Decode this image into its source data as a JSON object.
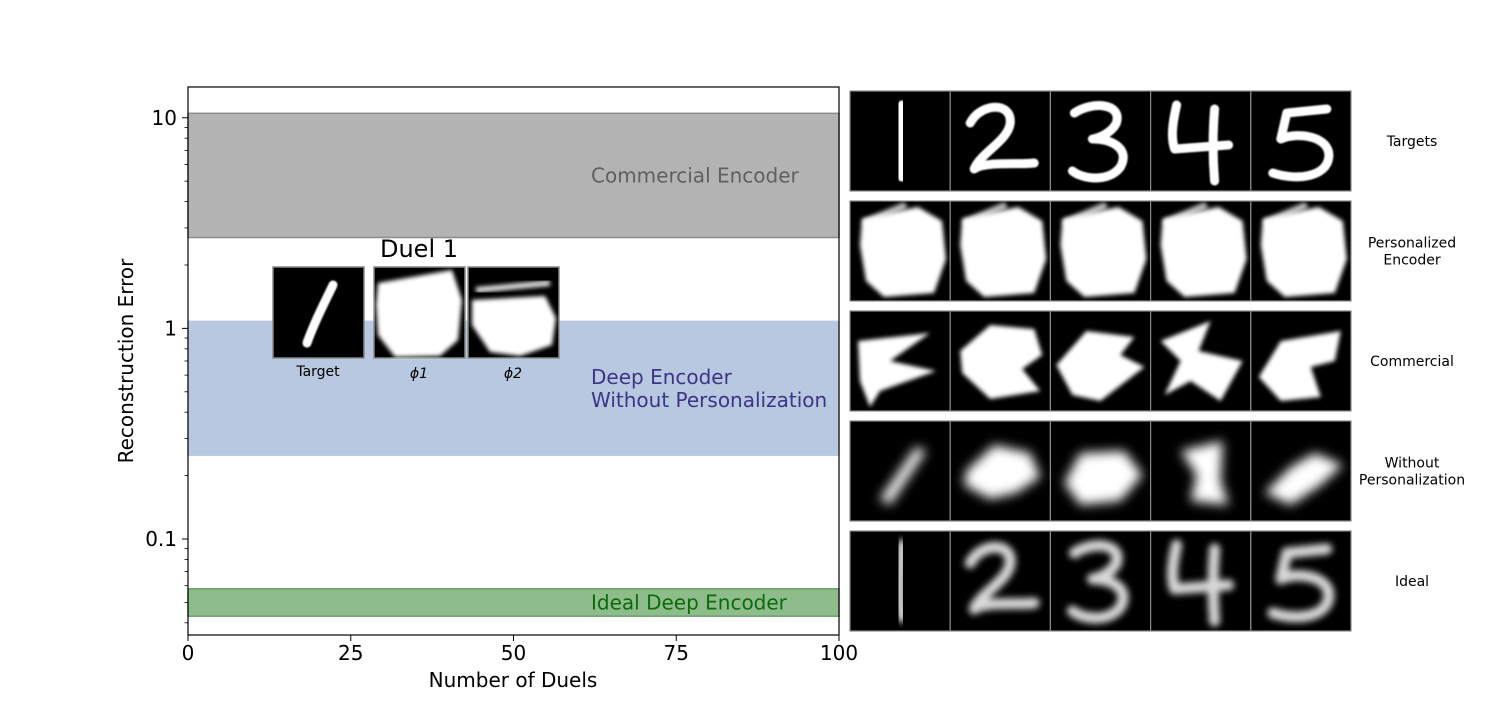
{
  "chart_data": {
    "type": "area",
    "xlabel": "Number of Duels",
    "ylabel": "Reconstruction Error",
    "xlim": [
      0,
      100
    ],
    "ylim": [
      0.035,
      14
    ],
    "yscale": "log",
    "xticks": [
      0,
      25,
      50,
      75,
      100
    ],
    "xtick_labels": [
      "0",
      "25",
      "50",
      "75",
      "100"
    ],
    "yticks": [
      0.1,
      1,
      10
    ],
    "ytick_labels": [
      "0.1",
      "1",
      "10"
    ],
    "bands": [
      {
        "name": "Commercial Encoder",
        "lines": [
          "Commercial Encoder"
        ],
        "y_low": 2.7,
        "y_high": 10.5,
        "color": "#b3b3b3",
        "edge": "#8c8c8c",
        "text_color": "#5f5f5f"
      },
      {
        "name": "Deep Encoder Without Personalization",
        "lines": [
          "Deep Encoder",
          "Without Personalization"
        ],
        "y_low": 0.25,
        "y_high": 1.08,
        "color": "#b8c8e0",
        "edge": "#b8c8e0",
        "text_color": "#3b3586"
      },
      {
        "name": "Ideal Deep Encoder",
        "lines": [
          "Ideal Deep Encoder"
        ],
        "y_low": 0.043,
        "y_high": 0.058,
        "color": "#8fbc8b",
        "edge": "#6aa06a",
        "text_color": "#0b6b0b"
      }
    ]
  },
  "inset": {
    "title": "Duel 1",
    "captions": [
      "Target",
      "ϕ1",
      "ϕ2"
    ]
  },
  "grid": {
    "row_labels": [
      [
        "Targets"
      ],
      [
        "Personalized",
        "Encoder"
      ],
      [
        "Commercial"
      ],
      [
        "Without",
        "Personalization"
      ],
      [
        "Ideal"
      ]
    ],
    "digits": [
      "1",
      "2",
      "3",
      "4",
      "5"
    ]
  }
}
